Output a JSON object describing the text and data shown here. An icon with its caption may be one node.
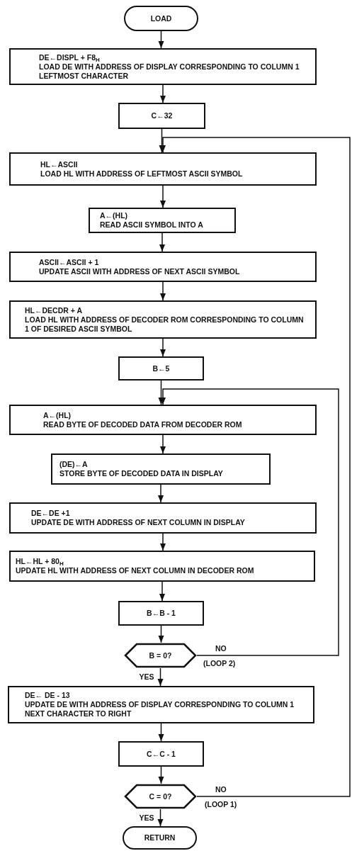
{
  "diagram": {
    "nodes": [
      {
        "text": [
          "LOAD"
        ]
      },
      {
        "text": [
          "DE←DISPL + F8$_{H}$",
          "LOAD DE WITH ADDRESS OF DISPLAY CORRESPONDING TO COLUMN 1 LEFTMOST CHARACTER"
        ]
      },
      {
        "text": [
          "C←32"
        ]
      },
      {
        "text": [
          "HL←ASCII",
          "LOAD HL WITH ADDRESS OF LEFTMOST ASCII SYMBOL"
        ]
      },
      {
        "text": [
          "A←(HL)",
          "READ ASCII SYMBOL INTO A"
        ]
      },
      {
        "text": [
          "ASCII←ASCII + 1",
          "UPDATE ASCII WITH ADDRESS OF NEXT ASCII SYMBOL"
        ]
      },
      {
        "text": [
          "HL←DECDR + A",
          "LOAD HL WITH ADDRESS OF DECODER ROM CORRESPONDING TO COLUMN 1 OF DESIRED ASCII SYMBOL"
        ]
      },
      {
        "text": [
          "B←5"
        ]
      },
      {
        "text": [
          "A←(HL)",
          "READ BYTE OF DECODED DATA FROM DECODER ROM"
        ]
      },
      {
        "text": [
          "(DE)←A",
          "STORE BYTE OF DECODED DATA IN DISPLAY"
        ]
      },
      {
        "text": [
          "DE←DE +1",
          "UPDATE DE WITH ADDRESS OF NEXT COLUMN IN DISPLAY"
        ]
      },
      {
        "text": [
          "HL←HL + 80$_{H}$",
          "UPDATE HL WITH ADDRESS OF NEXT COLUMN IN DECODER ROM"
        ]
      },
      {
        "text": [
          "B←B - 1"
        ]
      },
      {
        "text": [
          "B = 0?"
        ]
      },
      {
        "text": [
          "DE← DE - 13",
          "UPDATE DE WITH ADDRESS OF DISPLAY CORRESPONDING TO COLUMN 1 NEXT CHARACTER TO RIGHT"
        ]
      },
      {
        "text": [
          "C←C - 1"
        ]
      },
      {
        "text": [
          "C = 0?"
        ]
      },
      {
        "text": [
          "RETURN"
        ]
      }
    ],
    "edges": [
      {
        "from": 0,
        "to": 1,
        "arrow": "to"
      },
      {
        "from": 1,
        "to": 2,
        "arrow": "to"
      },
      {
        "from": 2,
        "to": 3,
        "arrow": "to"
      },
      {
        "from": 3,
        "to": 4,
        "arrow": "to"
      },
      {
        "from": 4,
        "to": 5,
        "arrow": "to"
      },
      {
        "from": 5,
        "to": 6,
        "arrow": "to"
      },
      {
        "from": 6,
        "to": 7,
        "arrow": "to"
      },
      {
        "from": 7,
        "to": 8,
        "arrow": "to"
      },
      {
        "from": 8,
        "to": 9,
        "arrow": "to"
      },
      {
        "from": 9,
        "to": 10,
        "arrow": "to"
      },
      {
        "from": 10,
        "to": 11,
        "arrow": "to"
      },
      {
        "from": 11,
        "to": 12,
        "arrow": "to"
      },
      {
        "from": 12,
        "to": 13,
        "arrow": "to"
      },
      {
        "from": 13,
        "to": 14,
        "arrow": "to",
        "label": "YES"
      },
      {
        "from": 13,
        "to": 8,
        "arrow": "to",
        "label": "NO"
      },
      {
        "from": 14,
        "to": 15,
        "arrow": "to"
      },
      {
        "from": 15,
        "to": 16,
        "arrow": "to"
      },
      {
        "from": 16,
        "to": 17,
        "arrow": "to",
        "label": "YES"
      },
      {
        "from": 16,
        "to": 3,
        "arrow": "to",
        "label": "NO"
      }
    ],
    "labels": [
      "(LOOP 2)",
      "(LOOP 1)"
    ]
  }
}
